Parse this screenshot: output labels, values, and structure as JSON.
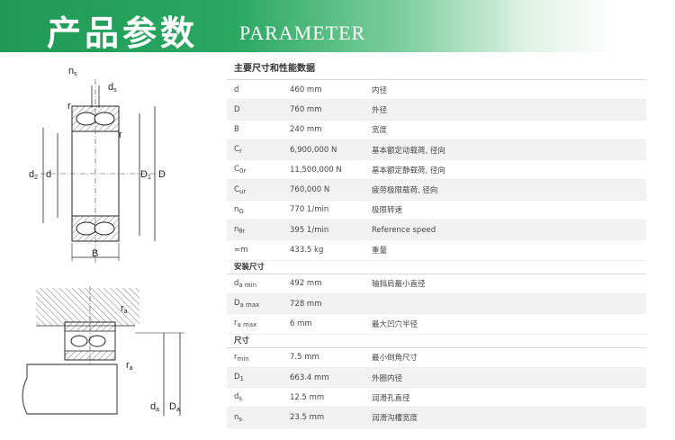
{
  "header": {
    "title_cn": "产品参数",
    "title_en": "PARAMETER"
  },
  "drawing_top": {
    "labels": {
      "ns": "n",
      "ns_sub": "s",
      "ds": "d",
      "ds_sub": "s",
      "r1": "r",
      "r2": "r",
      "d2": "d",
      "d2_sub": "2",
      "d": "d",
      "D1": "D",
      "D1_sub": "1",
      "D": "D",
      "B": "B"
    }
  },
  "drawing_bottom": {
    "labels": {
      "ra1": "r",
      "ra1_sub": "a",
      "ra2": "r",
      "ra2_sub": "a",
      "da": "d",
      "da_sub": "a",
      "Da": "D",
      "Da_sub": "a"
    }
  },
  "spec": {
    "heading": "主要尺寸和性能数据",
    "main_rows": [
      {
        "sym": "d",
        "sub": "",
        "value": "460 mm",
        "desc": "内径"
      },
      {
        "sym": "D",
        "sub": "",
        "value": "760 mm",
        "desc": "外径"
      },
      {
        "sym": "B",
        "sub": "",
        "value": "240 mm",
        "desc": "宽度"
      },
      {
        "sym": "C",
        "sub": "r",
        "value": "6,900,000 N",
        "desc": "基本额定动载荷, 径向"
      },
      {
        "sym": "C",
        "sub": "0r",
        "value": "11,500,000 N",
        "desc": "基本额定静载荷, 径向"
      },
      {
        "sym": "C",
        "sub": "ur",
        "value": "760,000 N",
        "desc": "疲劳极限载荷, 径向"
      },
      {
        "sym": "n",
        "sub": "G",
        "value": "770 1/min",
        "desc": "极限转速"
      },
      {
        "sym": "n",
        "sub": "θr",
        "value": "395 1/min",
        "desc": "Reference speed"
      },
      {
        "sym": "≈m",
        "sub": "",
        "value": "433.5 kg",
        "desc": "重量"
      }
    ],
    "install_title": "安装尺寸",
    "install_rows": [
      {
        "sym": "d",
        "sub": "a min",
        "value": "492 mm",
        "desc": "轴挡肩最小直径"
      },
      {
        "sym": "D",
        "sub": "a max",
        "value": "728 mm",
        "desc": ""
      },
      {
        "sym": "r",
        "sub": "a max",
        "value": "6 mm",
        "desc": "最大凹穴半径"
      }
    ],
    "dim_title": "尺寸",
    "dim_rows": [
      {
        "sym": "r",
        "sub": "min",
        "value": "7.5 mm",
        "desc": "最小倒角尺寸"
      },
      {
        "sym": "D",
        "sub": "1",
        "value": "663.4 mm",
        "desc": "外圈内径"
      },
      {
        "sym": "d",
        "sub": "s",
        "value": "12.5 mm",
        "desc": "润滑孔直径"
      },
      {
        "sym": "n",
        "sub": "s",
        "value": "23.5 mm",
        "desc": "润滑沟槽宽度"
      }
    ]
  }
}
